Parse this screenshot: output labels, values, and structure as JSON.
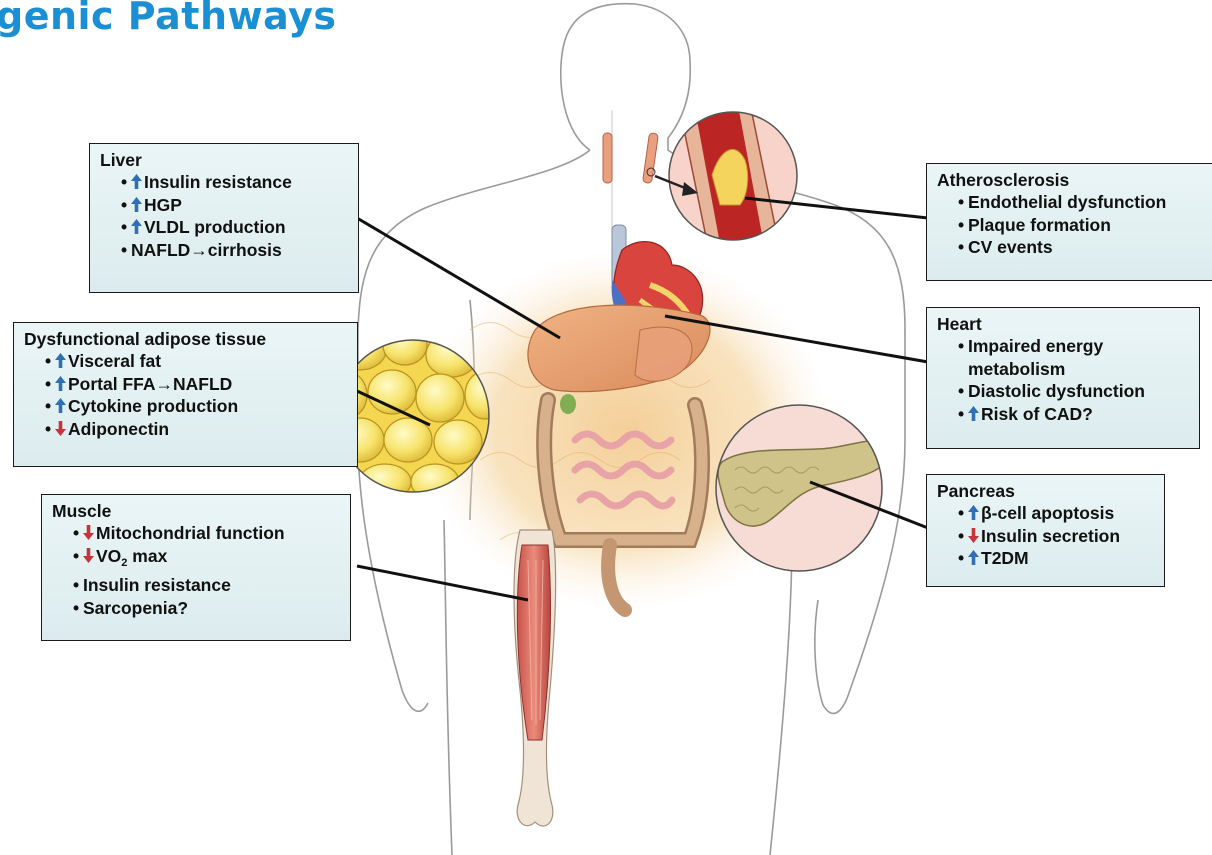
{
  "title": "genic Pathways",
  "boxes": {
    "liver": {
      "heading": "Liver",
      "items": [
        {
          "arrow": "up",
          "text": "Insulin resistance"
        },
        {
          "arrow": "up",
          "text": "HGP"
        },
        {
          "arrow": "up",
          "text": "VLDL production"
        },
        {
          "arrow": "none",
          "text": "NAFLD→cirrhosis"
        }
      ]
    },
    "adipose": {
      "heading": "Dysfunctional adipose tissue",
      "items": [
        {
          "arrow": "up",
          "text": "Visceral fat"
        },
        {
          "arrow": "up",
          "text": "Portal FFA→NAFLD"
        },
        {
          "arrow": "up",
          "text": "Cytokine production"
        },
        {
          "arrow": "down",
          "text": "Adiponectin"
        }
      ]
    },
    "muscle": {
      "heading": "Muscle",
      "items": [
        {
          "arrow": "down",
          "text": "Mitochondrial function"
        },
        {
          "arrow": "down",
          "text": "VO",
          "sub": "2",
          "after": " max"
        },
        {
          "arrow": "none",
          "text": "Insulin resistance"
        },
        {
          "arrow": "none",
          "text": "Sarcopenia?"
        }
      ]
    },
    "atherosclerosis": {
      "heading": "Atherosclerosis",
      "items": [
        {
          "arrow": "none",
          "text": "Endothelial dysfunction"
        },
        {
          "arrow": "none",
          "text": "Plaque formation"
        },
        {
          "arrow": "none",
          "text": "CV events"
        }
      ]
    },
    "heart": {
      "heading": "Heart",
      "items": [
        {
          "arrow": "none",
          "text": "Impaired energy",
          "cont": "metabolism"
        },
        {
          "arrow": "none",
          "text": "Diastolic dysfunction"
        },
        {
          "arrow": "up",
          "text": "Risk of CAD?"
        }
      ]
    },
    "pancreas": {
      "heading": "Pancreas",
      "items": [
        {
          "arrow": "up",
          "text": "β-cell apoptosis"
        },
        {
          "arrow": "down",
          "text": "Insulin secretion"
        },
        {
          "arrow": "up",
          "text": "T2DM"
        }
      ]
    }
  },
  "colors": {
    "title": "#1a8fd3",
    "arrow_up": "#2f6fb3",
    "arrow_down": "#c6333a",
    "box_fill": "#e3f1f2",
    "leader": "#111111"
  }
}
